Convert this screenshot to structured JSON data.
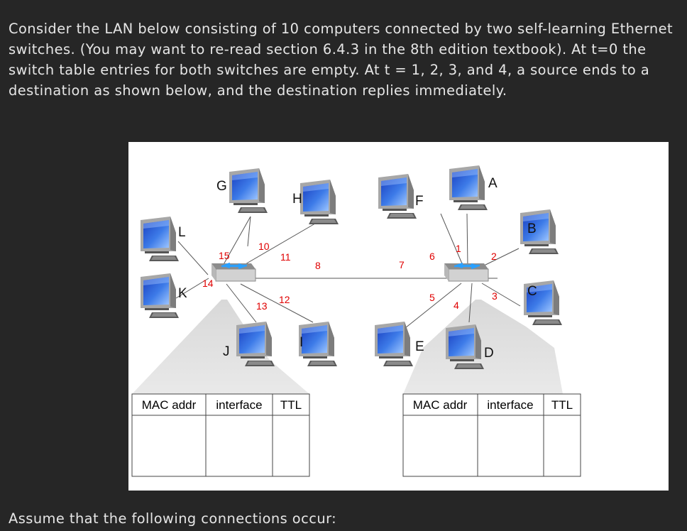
{
  "question": {
    "intro_text": "Consider the LAN below consisting of 10 computers connected by two self-learning Ethernet switches. (You may want to re-read section 6.4.3 in the 8th edition textbook). At t=0 the switch table entries for both switches are empty. At t = 1, 2, 3, and 4, a source ends to a destination as shown below, and the destination replies immediately.",
    "outro_text": "Assume that the following connections occur:"
  },
  "figure": {
    "hosts": [
      {
        "id": "G",
        "label": "G"
      },
      {
        "id": "H",
        "label": "H"
      },
      {
        "id": "L",
        "label": "L"
      },
      {
        "id": "K",
        "label": "K"
      },
      {
        "id": "J",
        "label": "J"
      },
      {
        "id": "I",
        "label": "I"
      },
      {
        "id": "F",
        "label": "F"
      },
      {
        "id": "A",
        "label": "A"
      },
      {
        "id": "B",
        "label": "B"
      },
      {
        "id": "C",
        "label": "C"
      },
      {
        "id": "E",
        "label": "E"
      },
      {
        "id": "D",
        "label": "D"
      }
    ],
    "ports": {
      "p1": "1",
      "p2": "2",
      "p3": "3",
      "p4": "4",
      "p5": "5",
      "p6": "6",
      "p7": "7",
      "p8": "8",
      "p10": "10",
      "p11": "11",
      "p12": "12",
      "p13": "13",
      "p14": "14",
      "p15": "15"
    },
    "tables": {
      "left": {
        "headers": [
          "MAC addr",
          "interface",
          "TTL"
        ]
      },
      "right": {
        "headers": [
          "MAC addr",
          "interface",
          "TTL"
        ]
      }
    }
  }
}
